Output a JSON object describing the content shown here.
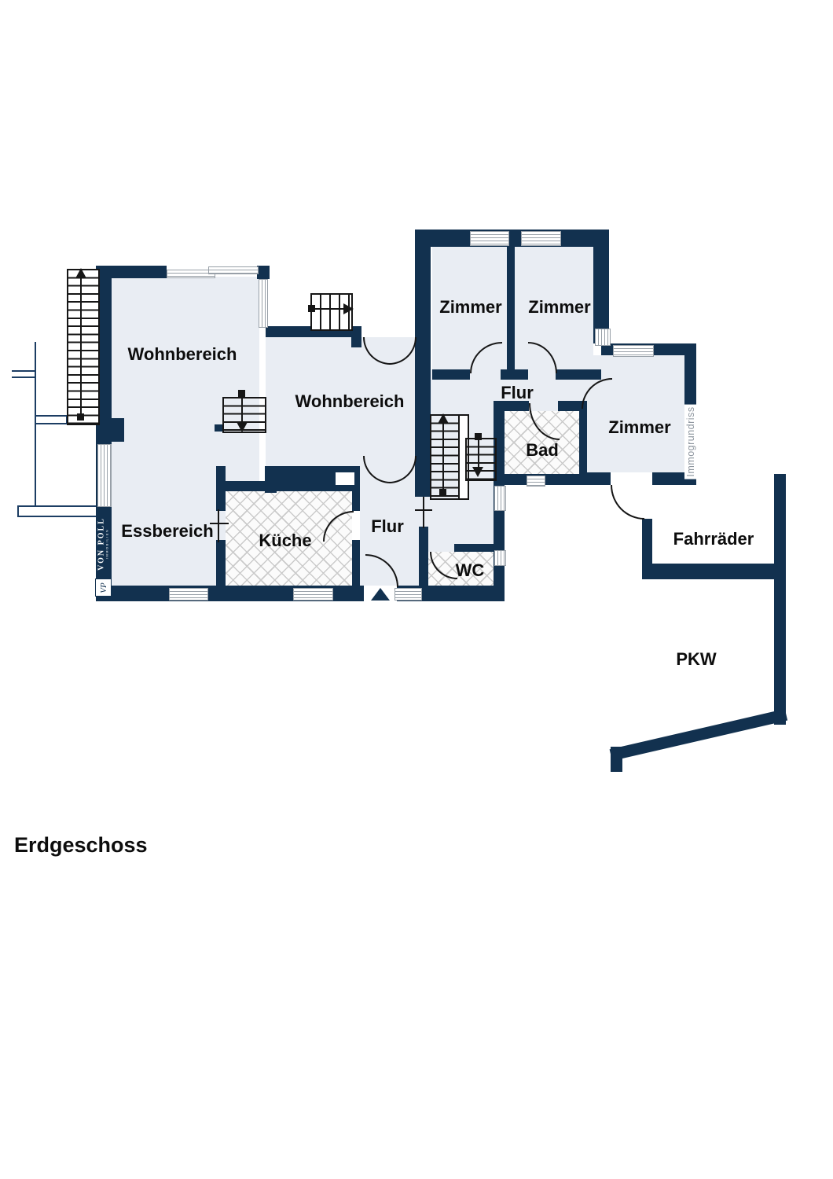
{
  "title": "Erdgeschoss",
  "rooms": {
    "wohnbereich_left": "Wohnbereich",
    "wohnbereich_center": "Wohnbereich",
    "essbereich": "Essbereich",
    "kueche": "Küche",
    "flur_lower": "Flur",
    "flur_upper": "Flur",
    "wc": "WC",
    "bad": "Bad",
    "zimmer_top_left": "Zimmer",
    "zimmer_top_right": "Zimmer",
    "zimmer_right": "Zimmer",
    "fahrraeder": "Fahrräder",
    "pkw": "PKW"
  },
  "branding": {
    "initials": "VP",
    "name": "VON POLL",
    "subtitle": "IMMOBILIEN"
  },
  "watermark": "Immogrundriss",
  "colors": {
    "wall": "#12314f",
    "floor": "#e9edf3",
    "tile_background": "#fbfbfb",
    "tile_line": "#cbcbcb",
    "label_text": "#0d0d0d",
    "watermark_gray": "#8e969f"
  }
}
